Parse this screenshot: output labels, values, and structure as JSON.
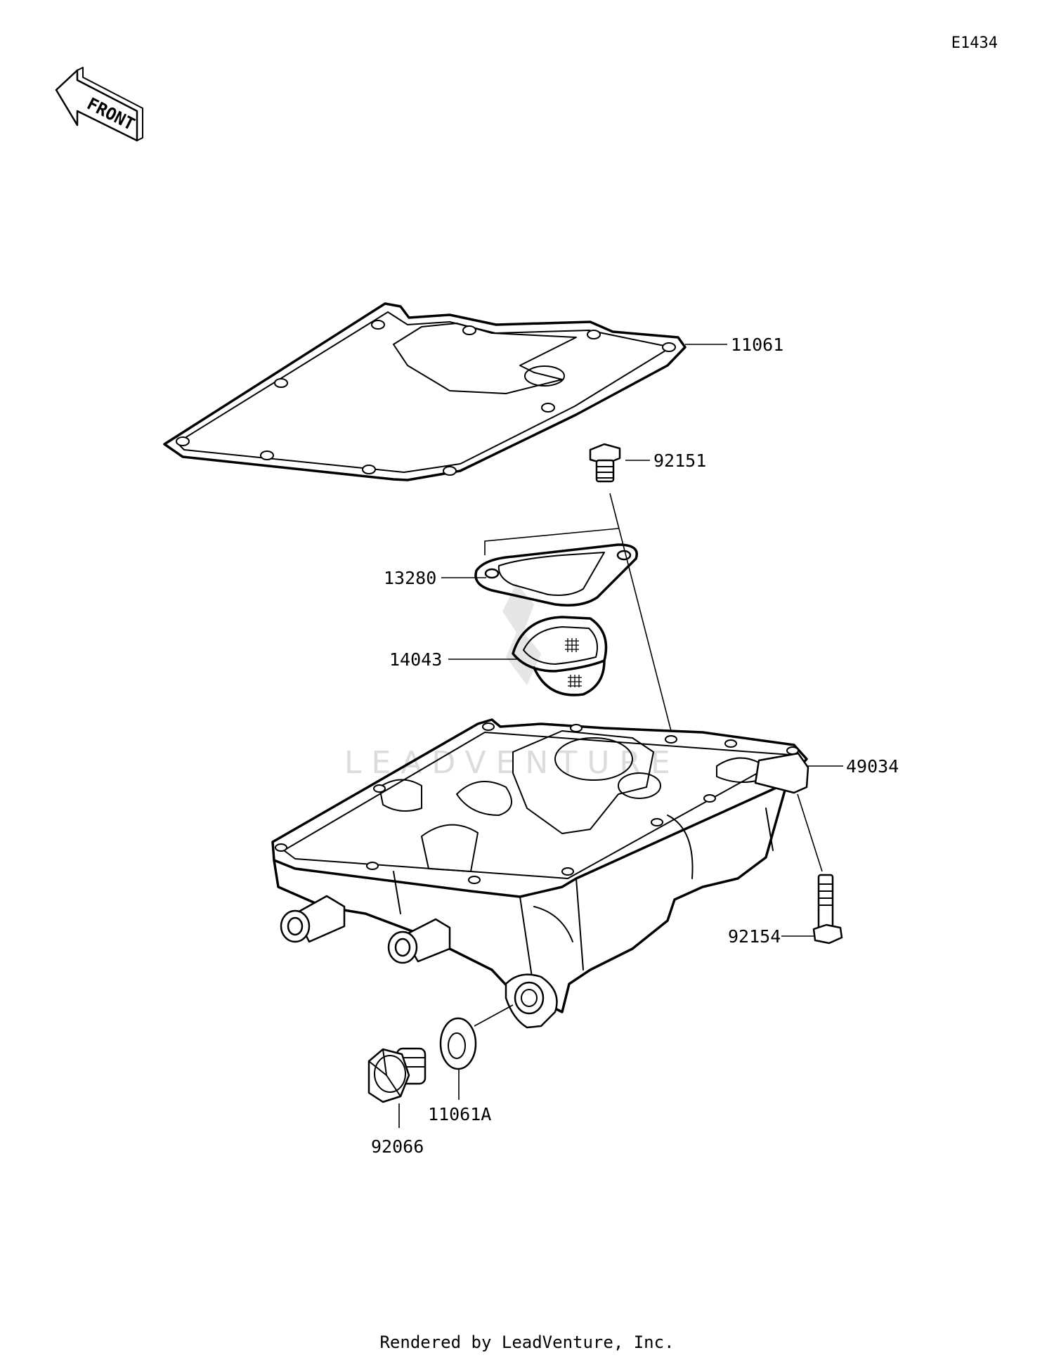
{
  "diagram_code": "E1434",
  "front_label": "FRONT",
  "watermark": "LEADVENTURE",
  "footer": "Rendered by LeadVenture, Inc.",
  "parts": {
    "p11061": "11061",
    "p92151": "92151",
    "p13280": "13280",
    "p14043": "14043",
    "p49034": "49034",
    "p92154": "92154",
    "p11061A": "11061A",
    "p92066": "92066"
  }
}
